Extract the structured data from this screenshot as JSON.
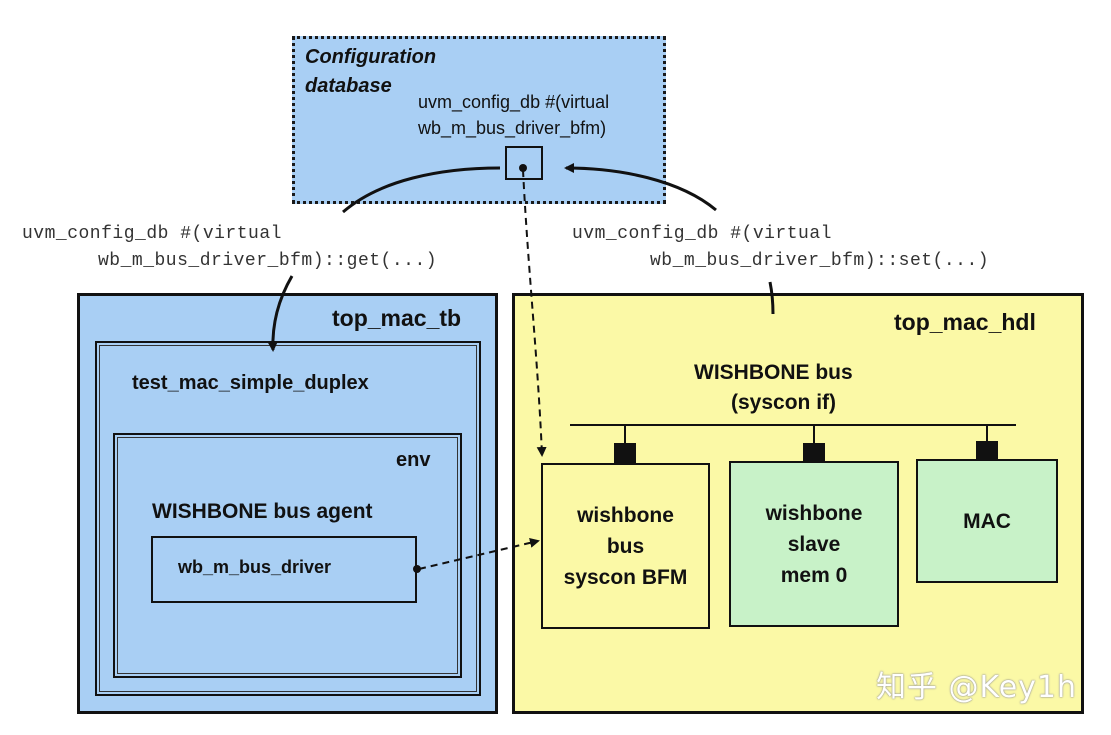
{
  "config_db": {
    "title_line1": "Configuration",
    "title_line2": "database",
    "entry_line1": "uvm_config_db #(virtual",
    "entry_line2": "wb_m_bus_driver_bfm)"
  },
  "get_call": {
    "line1": "uvm_config_db #(virtual",
    "line2": "wb_m_bus_driver_bfm)::get(...)"
  },
  "set_call": {
    "line1": "uvm_config_db #(virtual",
    "line2": "wb_m_bus_driver_bfm)::set(...)"
  },
  "tb": {
    "title": "top_mac_tb",
    "test": "test_mac_simple_duplex",
    "env": "env",
    "agent": "WISHBONE bus agent",
    "driver": "wb_m_bus_driver"
  },
  "hdl": {
    "title": "top_mac_hdl",
    "bus_line1": "WISHBONE bus",
    "bus_line2": "(syscon if)",
    "bfm": [
      "wishbone",
      "bus",
      "syscon BFM"
    ],
    "slave": [
      "wishbone",
      "slave",
      "mem 0"
    ],
    "mac": "MAC"
  },
  "colors": {
    "blue_fill": "#a9cff4",
    "yellow_fill": "#fbf9a6",
    "green_fill": "#c8f2c8"
  },
  "watermark": "知乎 @Key1h"
}
